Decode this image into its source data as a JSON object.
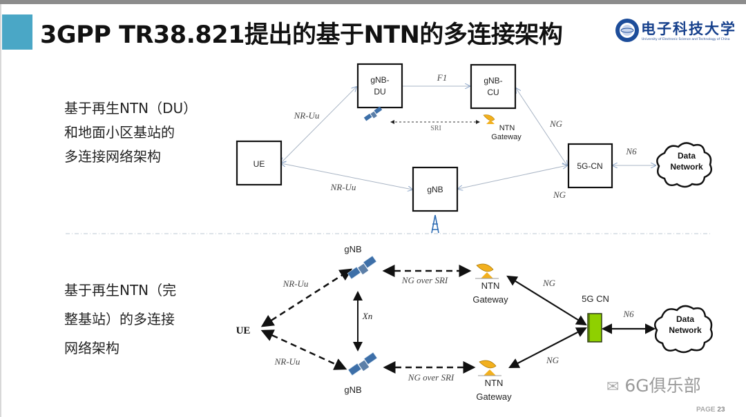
{
  "slide": {
    "title": "3GPP TR38.821提出的基于NTN的多连接架构",
    "logo": {
      "name_cn": "电子科技大学",
      "name_en": "University of Electronic Science and Technology of China"
    },
    "page_label": "PAGE",
    "page_number": "23",
    "watermark": "6G俱乐部",
    "accent_color": "#4aa7c6"
  },
  "section_top": {
    "description_lines": [
      "基于再生NTN（DU）",
      "和地面小区基站的",
      "多连接网络架构"
    ],
    "nodes": {
      "ue": "UE",
      "gnb_du": [
        "gNB-",
        "DU"
      ],
      "gnb_cu": [
        "gNB-",
        "CU"
      ],
      "gnb": "gNB",
      "core": "5G-CN",
      "data_network": [
        "Data",
        "Network"
      ],
      "ntn_gateway": [
        "NTN",
        "Gateway"
      ]
    },
    "links": {
      "ue_du": "NR-Uu",
      "du_cu": "F1",
      "sri": "SRI",
      "cu_core": "NG",
      "ue_gnb": "NR-Uu",
      "gnb_core": "NG",
      "core_dn": "N6"
    }
  },
  "section_bottom": {
    "description_lines": [
      "基于再生NTN（完",
      "整基站）的多连接",
      "网络架构"
    ],
    "nodes": {
      "ue": "UE",
      "gnb_top": "gNB",
      "gnb_bottom": "gNB",
      "gateway_top": [
        "NTN",
        "Gateway"
      ],
      "gateway_bottom": [
        "NTN",
        "Gateway"
      ],
      "core": "5G CN",
      "data_network": [
        "Data",
        "Network"
      ]
    },
    "links": {
      "ue_gnb_top": "NR-Uu",
      "ue_gnb_bottom": "NR-Uu",
      "xn": "Xn",
      "sri_top": "NG over SRI",
      "sri_bottom": "NG over SRI",
      "gw_top_core": "NG",
      "gw_bottom_core": "NG",
      "core_dn": "N6"
    }
  }
}
